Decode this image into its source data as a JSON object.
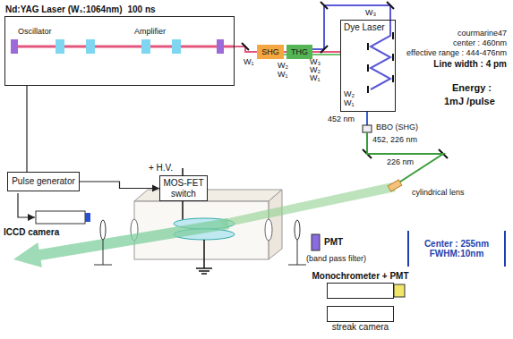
{
  "diagram": {
    "nodes": [
      {
        "text": [
          "Nd:YAG Laser (W₁:1064nm)",
          "100 ns"
        ]
      },
      {
        "text": [
          "SHG"
        ]
      },
      {
        "text": [
          "THG"
        ]
      },
      {
        "text": [
          "Dye Laser"
        ]
      },
      {
        "text": [
          "Pulse generator"
        ]
      },
      {
        "text": [
          "MOS-FET switch"
        ]
      },
      {
        "text": [
          "Center : 255nm",
          "FWHM:10nm"
        ]
      },
      {
        "text": [
          "Monochrometer + PMT"
        ]
      },
      {
        "text": [
          "streak camera"
        ]
      }
    ],
    "edges": [
      {
        "from": 4,
        "to": 0,
        "arrow": "none"
      },
      {
        "from": 4,
        "to": 5,
        "arrow": "to"
      }
    ],
    "labels": [
      "Oscillator",
      "Amplifier",
      "W₁",
      "W₂",
      "W₁",
      "W₃",
      "W₂",
      "W₁",
      "W₃",
      "W₂",
      "W₁",
      "courmarine47",
      "center : 460nm",
      "effective range : 444-476nm",
      "Line width : 4 pm",
      "452 nm",
      "BBO (SHG)",
      "452, 226 nm",
      "226 nm",
      "cylindrical lens",
      "Energy :",
      "1mJ /pulse",
      "+ H.V.",
      "ICCD camera",
      "PMT",
      "(band pass filter)"
    ]
  }
}
